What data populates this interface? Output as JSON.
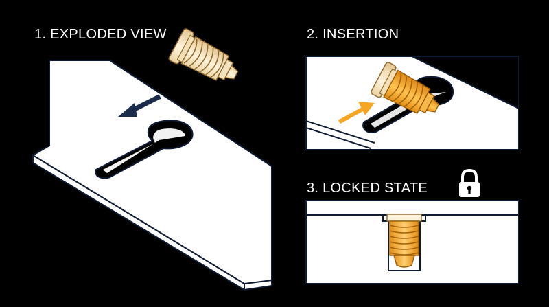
{
  "steps": [
    {
      "title": "1. EXPLODED VIEW"
    },
    {
      "title": "2. INSERTION"
    },
    {
      "title": "3. LOCKED STATE"
    }
  ],
  "icons": {
    "exploded_arrow": "arrow-down-left-icon",
    "insertion_arrow": "arrow-up-right-icon",
    "locked": "padlock-icon"
  },
  "colors": {
    "background": "#000000",
    "panel": "#ffffff",
    "outline": "#0e1b33",
    "screw_gold": "#f5a623",
    "screw_cream": "#fbe8c2",
    "arrow_navy": "#1a2b4c",
    "arrow_gold": "#f5a623"
  }
}
